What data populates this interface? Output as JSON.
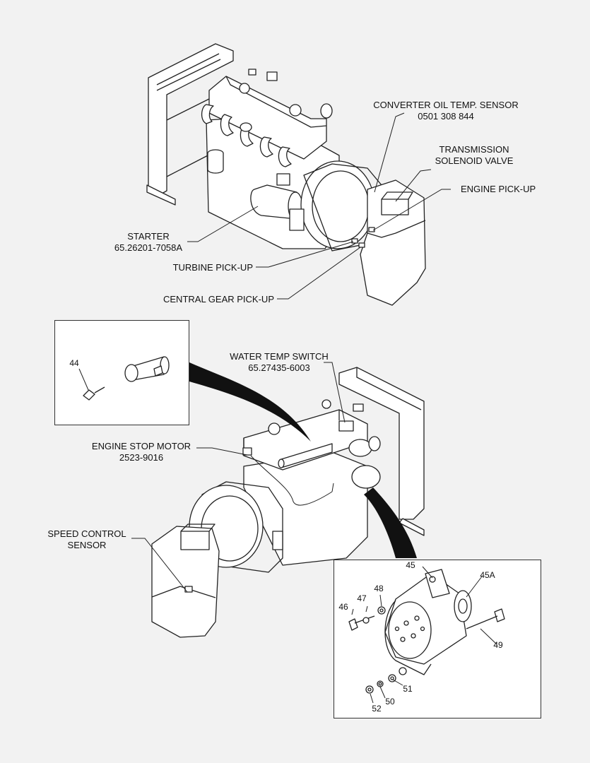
{
  "labels": {
    "converter_oil_temp_sensor": "CONVERTER OIL TEMP. SENSOR",
    "converter_oil_temp_sensor_pn": "0501 308 844",
    "transmission_line1": "TRANSMISSION",
    "transmission_line2": "SOLENOID VALVE",
    "engine_pickup": "ENGINE PICK-UP",
    "starter": "STARTER",
    "starter_pn": "65.26201-7058A",
    "turbine_pickup": "TURBINE PICK-UP",
    "central_gear_pickup": "CENTRAL GEAR PICK-UP",
    "water_temp_switch": "WATER TEMP SWITCH",
    "water_temp_switch_pn": "65.27435-6003",
    "engine_stop_motor": "ENGINE STOP MOTOR",
    "engine_stop_motor_pn": "2523-9016",
    "speed_control_line1": "SPEED CONTROL",
    "speed_control_line2": "SENSOR"
  },
  "callouts": {
    "n44": "44",
    "n45": "45",
    "n45a": "45A",
    "n46": "46",
    "n47": "47",
    "n48": "48",
    "n49": "49",
    "n50": "50",
    "n51": "51",
    "n52": "52"
  }
}
